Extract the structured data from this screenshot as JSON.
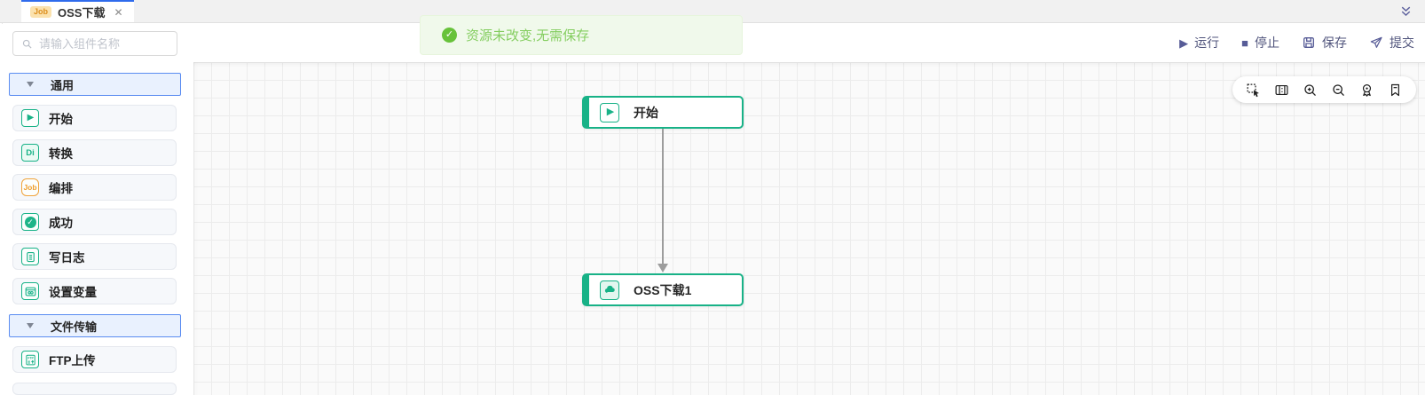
{
  "tab_bar": {
    "active_tab": {
      "badge": "Job",
      "title": "OSS下载",
      "close": "✕"
    }
  },
  "sidebar": {
    "search": {
      "placeholder": "请输入组件名称"
    },
    "sections": [
      {
        "label": "通用",
        "items": [
          {
            "label": "开始",
            "icon": "play-icon"
          },
          {
            "label": "转换",
            "icon": "di-icon",
            "icon_text": "Di"
          },
          {
            "label": "编排",
            "icon": "job-icon",
            "icon_text": "Job"
          },
          {
            "label": "成功",
            "icon": "success-check-icon",
            "icon_text": "✓"
          },
          {
            "label": "写日志",
            "icon": "log-document-icon"
          },
          {
            "label": "设置变量",
            "icon": "variable-window-icon"
          }
        ]
      },
      {
        "label": "文件传输",
        "items": [
          {
            "label": "FTP上传",
            "icon": "ftp-upload-icon",
            "icon_text": "FTP"
          }
        ]
      }
    ]
  },
  "main_toolbar": {
    "run_label": "运行",
    "stop_label": "停止",
    "save_label": "保存",
    "submit_label": "提交"
  },
  "toast": {
    "message": "资源未改变,无需保存",
    "status": "success",
    "check": "✓"
  },
  "canvas": {
    "tools": [
      "marquee-select",
      "minimap",
      "zoom-in",
      "zoom-out",
      "fit-view",
      "bookmark"
    ],
    "nodes": [
      {
        "label": "开始",
        "icon": "play-icon"
      },
      {
        "label": "OSS下载1",
        "icon": "cloud-icon"
      }
    ]
  },
  "colors": {
    "node_green": "#18b287",
    "accent_blue": "#2f6bec",
    "action_purple": "#575c97",
    "badge_orange": "#dd8f1e",
    "toast_bg": "#f0f9eb",
    "toast_text": "#85ce61",
    "edge_gray": "#9d9d9d"
  },
  "glyphs": {
    "play": "▶",
    "stop": "■"
  }
}
